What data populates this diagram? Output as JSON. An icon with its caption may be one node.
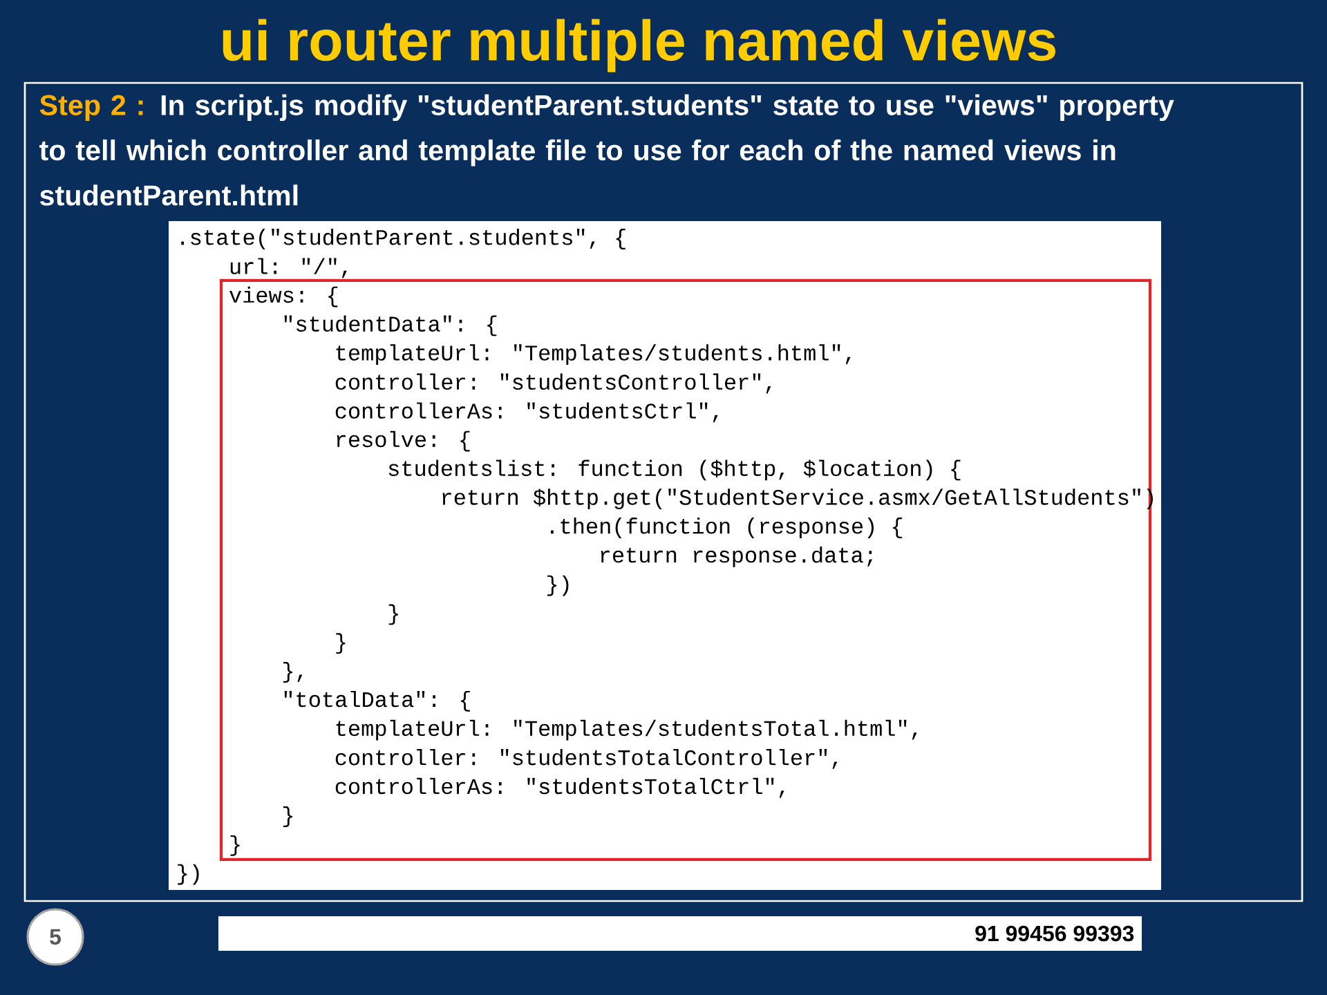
{
  "diagram": {
    "title": "ui router multiple named views",
    "labels": [
      "Step 2 :",
      "In script.js modify \"studentParent.students\" state to use \"views\" property to tell which controller and template file to use for each of the named views in studentParent.html",
      ".state(\"studentParent.students\", {",
      "url: \"/\",",
      "views: {",
      "\"studentData\": {",
      "templateUrl: \"Templates/students.html\",",
      "controller: \"studentsController\",",
      "controllerAs: \"studentsCtrl\",",
      "resolve: {",
      "studentslist: function ($http, $location) {",
      "return $http.get(\"StudentService.asmx/GetAllStudents\")",
      ".then(function (response) {",
      "return response.data;",
      "})",
      "}",
      "}",
      "},",
      "\"totalData\": {",
      "templateUrl: \"Templates/studentsTotal.html\",",
      "controller: \"studentsTotalController\",",
      "controllerAs: \"studentsTotalCtrl\",",
      "}",
      "}",
      "})",
      "5",
      "91 99456 99393"
    ]
  }
}
